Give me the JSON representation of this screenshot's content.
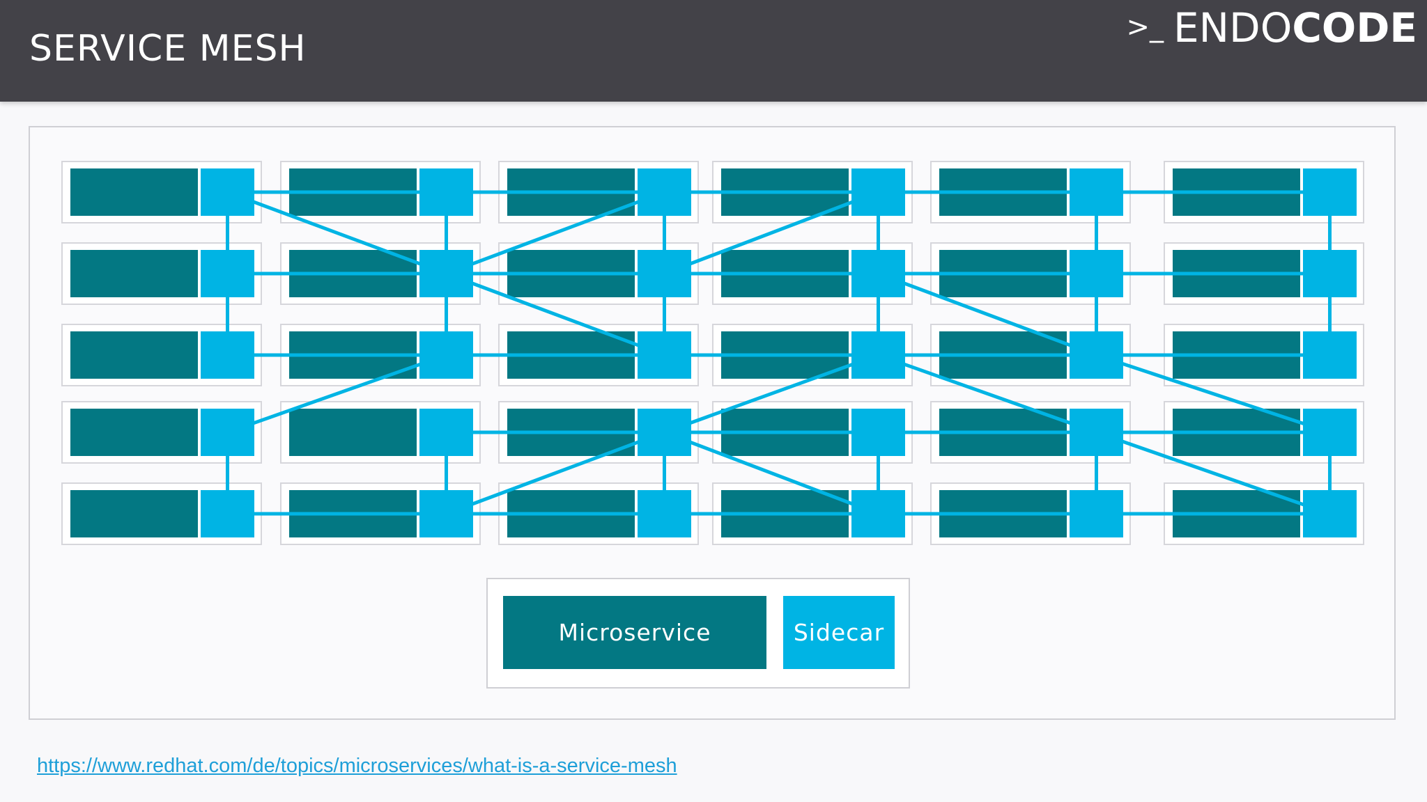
{
  "slide": {
    "title": "SERVICE MESH"
  },
  "logo": {
    "prompt": ">_",
    "text_regular": "ENDO",
    "text_bold": "CODE"
  },
  "legend": {
    "microservice_label": "Microservice",
    "sidecar_label": "Sidecar"
  },
  "source": {
    "url_text": "https://www.redhat.com/de/topics/microservices/what-is-a-service-mesh"
  },
  "colors": {
    "header_bg": "#434248",
    "microservice": "#037883",
    "sidecar": "#00b4e4",
    "link": "#1e9fd8"
  },
  "mesh": {
    "columns": 6,
    "rows": 5,
    "vertical_links": [
      [
        0,
        0,
        1
      ],
      [
        0,
        1,
        2
      ],
      [
        0,
        3,
        4
      ],
      [
        1,
        0,
        1
      ],
      [
        1,
        1,
        2
      ],
      [
        1,
        3,
        4
      ],
      [
        2,
        0,
        1
      ],
      [
        2,
        1,
        2
      ],
      [
        2,
        3,
        4
      ],
      [
        3,
        0,
        1
      ],
      [
        3,
        1,
        2
      ],
      [
        3,
        3,
        4
      ],
      [
        4,
        0,
        1
      ],
      [
        4,
        1,
        2
      ],
      [
        4,
        3,
        4
      ],
      [
        5,
        0,
        1
      ],
      [
        5,
        1,
        2
      ],
      [
        5,
        3,
        4
      ]
    ],
    "horizontal_links": [
      [
        0,
        0
      ],
      [
        1,
        0
      ],
      [
        2,
        0
      ],
      [
        3,
        0
      ],
      [
        4,
        0
      ],
      [
        0,
        1
      ],
      [
        1,
        1
      ],
      [
        2,
        1
      ],
      [
        3,
        1
      ],
      [
        4,
        1
      ],
      [
        0,
        2
      ],
      [
        1,
        2
      ],
      [
        2,
        2
      ],
      [
        3,
        2
      ],
      [
        4,
        2
      ],
      [
        1,
        3
      ],
      [
        2,
        3
      ],
      [
        3,
        3
      ],
      [
        4,
        3
      ],
      [
        0,
        4
      ],
      [
        1,
        4
      ],
      [
        2,
        4
      ],
      [
        3,
        4
      ],
      [
        4,
        4
      ]
    ],
    "diagonal_links": [
      [
        0,
        0,
        1,
        1
      ],
      [
        1,
        1,
        2,
        0
      ],
      [
        1,
        1,
        2,
        2
      ],
      [
        2,
        1,
        3,
        0
      ],
      [
        0,
        3,
        1,
        2
      ],
      [
        2,
        3,
        3,
        2
      ],
      [
        2,
        3,
        3,
        4
      ],
      [
        1,
        4,
        2,
        3
      ],
      [
        3,
        1,
        4,
        2
      ],
      [
        3,
        2,
        4,
        3
      ],
      [
        4,
        2,
        5,
        3
      ],
      [
        4,
        3,
        5,
        4
      ]
    ]
  }
}
